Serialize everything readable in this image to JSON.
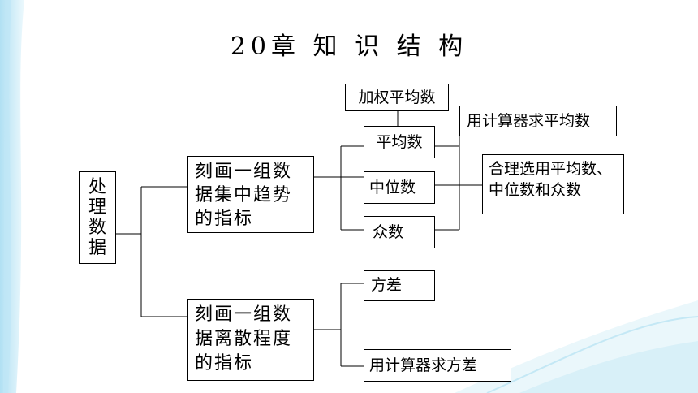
{
  "title": "20章 知 识 结 构",
  "root": "处理数据",
  "branches": [
    {
      "label": "刻画一组数据集中趋势的指标",
      "lines": [
        "刻画一组数",
        "据集中趋势",
        "的指标"
      ],
      "children": [
        "平均数",
        "中位数",
        "众数"
      ]
    },
    {
      "label": "刻画一组数据离散程度的指标",
      "lines": [
        "刻画一组数",
        "据离散程度",
        "的指标"
      ],
      "children": [
        "方差",
        "用计算器求方差"
      ]
    }
  ],
  "weighted_mean": "加权平均数",
  "calculator_mean": "用计算器求平均数",
  "choose_lines": [
    "合理选用平均数、",
    "中位数和众数"
  ]
}
